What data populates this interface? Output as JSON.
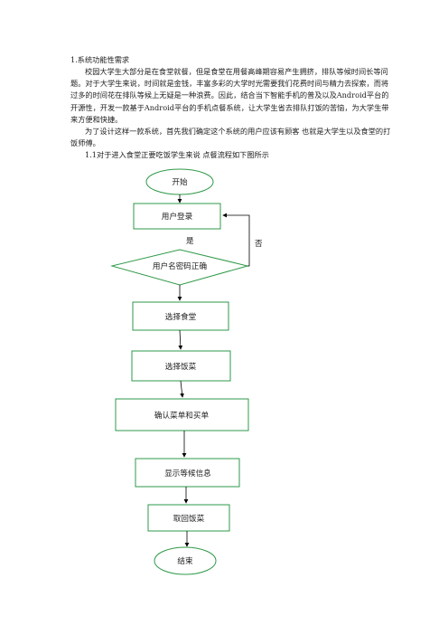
{
  "document": {
    "heading": "1.系统功能性需求",
    "paragraph1": "校园大学生大部分是在食堂就餐，但是食堂在用餐高峰期容易产生拥挤，排队等候时间长等问题。对于大学生来说，时间就是金钱，丰富多彩的大学时光需要我们花费时间与精力去探索，而将过多的时间花在排队等候上无疑是一种浪费。因此，结合当下智能手机的普及以及Android平台的开源性，开发一款基于Android平台的手机点餐系统，让大学生省去排队打饭的苦恼，为大学生带来方便和快捷。",
    "paragraph2": "为了设计这样一款系统，首先我们确定这个系统的用户应该有顾客  也就是大学生以及食堂的打饭师傅。",
    "subheading": "1.1对于进入食堂正要吃饭学生来说  点餐流程如下图所示"
  },
  "flowchart": {
    "nodes": {
      "start": "开始",
      "login": "用户登录",
      "check": "用户名密码正确",
      "canteen": "选择食堂",
      "dish": "选择饭菜",
      "confirm": "确认菜单和买单",
      "wait": "显示等候信息",
      "pickup": "取回饭菜",
      "end": "结束"
    },
    "edge_labels": {
      "yes": "是",
      "no": "否"
    },
    "colors": {
      "ellipse_stroke": "#2e9a48",
      "box_stroke": "#2e9a48",
      "arrow": "#000000"
    }
  }
}
